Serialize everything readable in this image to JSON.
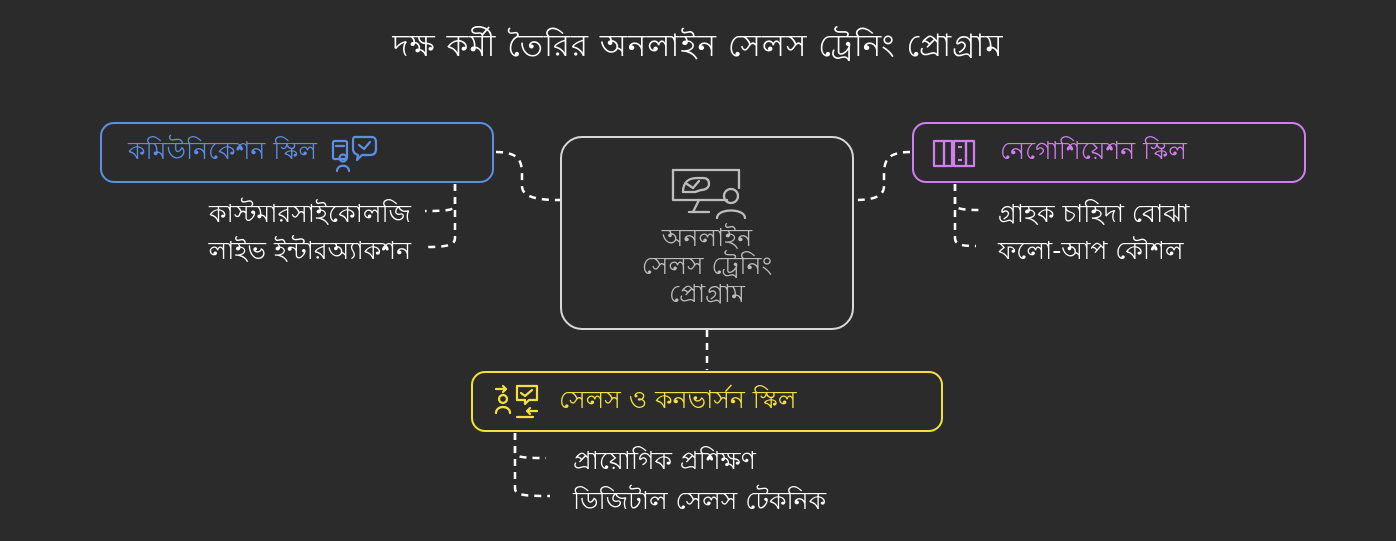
{
  "title": "দক্ষ কর্মী তৈরির অনলাইন সেলস ট্রেনিং প্রোগ্রাম",
  "center": {
    "line1": "অনলাইন",
    "line2": "সেলস ট্রেনিং",
    "line3": "প্রোগ্রাম",
    "icon": "presentation-person-icon",
    "color": "#d8d8d8"
  },
  "communication": {
    "label": "কমিউনিকেশন স্কিল",
    "icon": "person-chat-icon",
    "color": "#5b8ee6",
    "items": [
      "কাস্টমারসাইকোলজি",
      "লাইভ ইন্টারঅ্যাকশন"
    ]
  },
  "negotiation": {
    "label": "নেগোশিয়েশন স্কিল",
    "icon": "books-icon",
    "color": "#d07ef0",
    "items": [
      "গ্রাহক চাহিদা বোঝা",
      "ফলো-আপ কৌশল"
    ]
  },
  "sales": {
    "label": "সেলস ও কনভার্সন স্কিল",
    "icon": "exchange-icon",
    "color": "#f4e03c",
    "items": [
      "প্রায়োগিক প্রশিক্ষণ",
      "ডিজিটাল সেলস টেকনিক"
    ]
  }
}
